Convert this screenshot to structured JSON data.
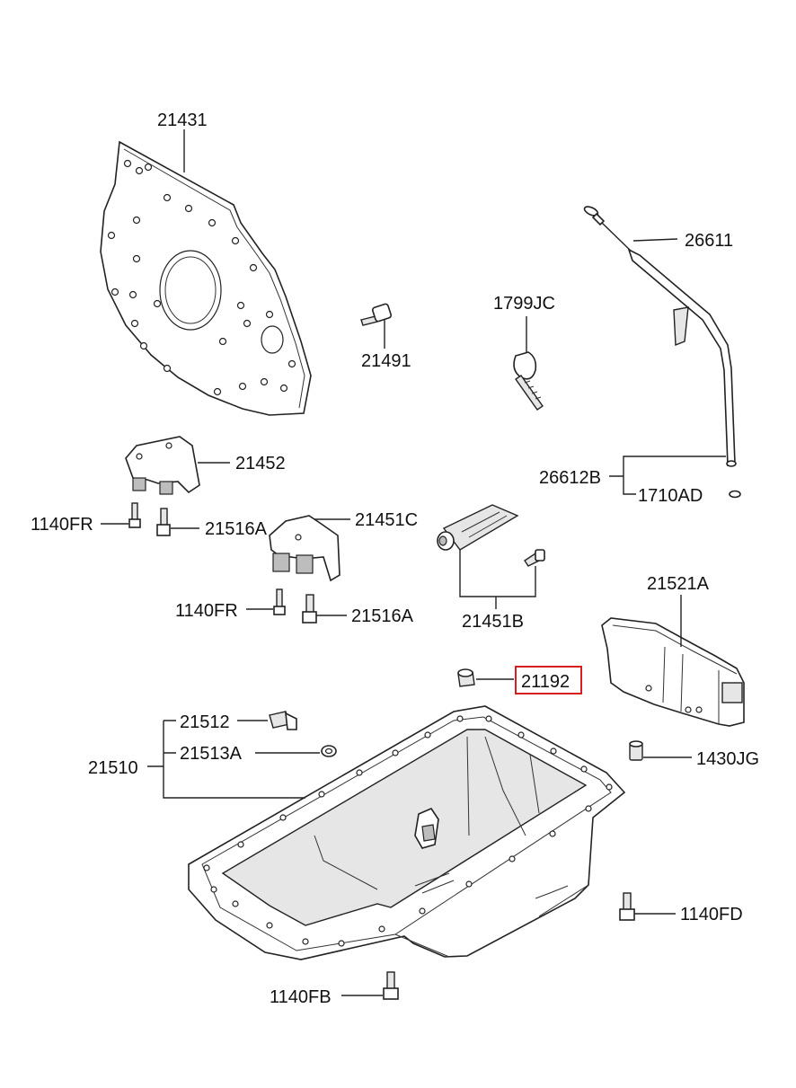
{
  "highlight_color": "#d62020",
  "labels": {
    "l21431": "21431",
    "l21491": "21491",
    "l1799jc": "1799JC",
    "l26611": "26611",
    "l26612b": "26612B",
    "l1710ad": "1710AD",
    "l21452": "21452",
    "l1140fr_a": "1140FR",
    "l21516a_a": "21516A",
    "l21451c": "21451C",
    "l1140fr_b": "1140FR",
    "l21516a_b": "21516A",
    "l21451b": "21451B",
    "l21521a": "21521A",
    "l21192": "21192",
    "l21512": "21512",
    "l21513a": "21513A",
    "l21510": "21510",
    "l1430jg": "1430JG",
    "l1140fd": "1140FD",
    "l1140fb": "1140FB"
  }
}
